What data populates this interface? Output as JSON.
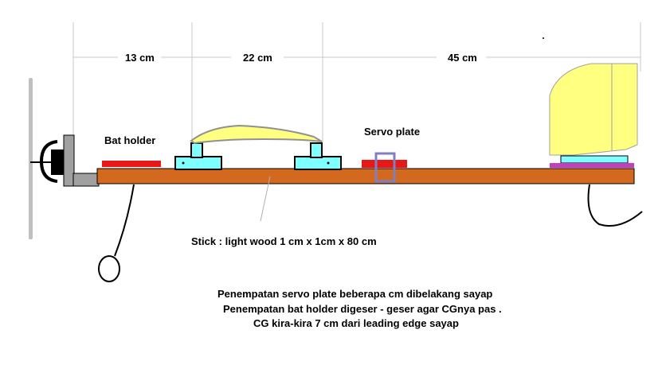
{
  "dimensions": {
    "seg1": "13 cm",
    "seg2": "22 cm",
    "seg3": "45 cm"
  },
  "labels": {
    "bat_holder": "Bat holder",
    "servo_plate": "Servo plate",
    "stick": "Stick : light wood 1 cm x 1cm x 80 cm"
  },
  "notes": [
    "Penempatan servo plate  beberapa cm dibelakang sayap",
    "Penempatan bat holder digeser - geser agar CGnya pas .",
    "CG kira-kira 7 cm dari leading edge sayap"
  ],
  "colors": {
    "stick": "#d2691e",
    "bat_holder": "#e81818",
    "servo_plate": "#e81818",
    "servo_frame": "#8080c0",
    "mount": "#7fffff",
    "wing": "#ffff80",
    "wing_outline": "#a0a0a0",
    "tail_plate": "#c040c0",
    "grid": "#c8c8c8"
  }
}
